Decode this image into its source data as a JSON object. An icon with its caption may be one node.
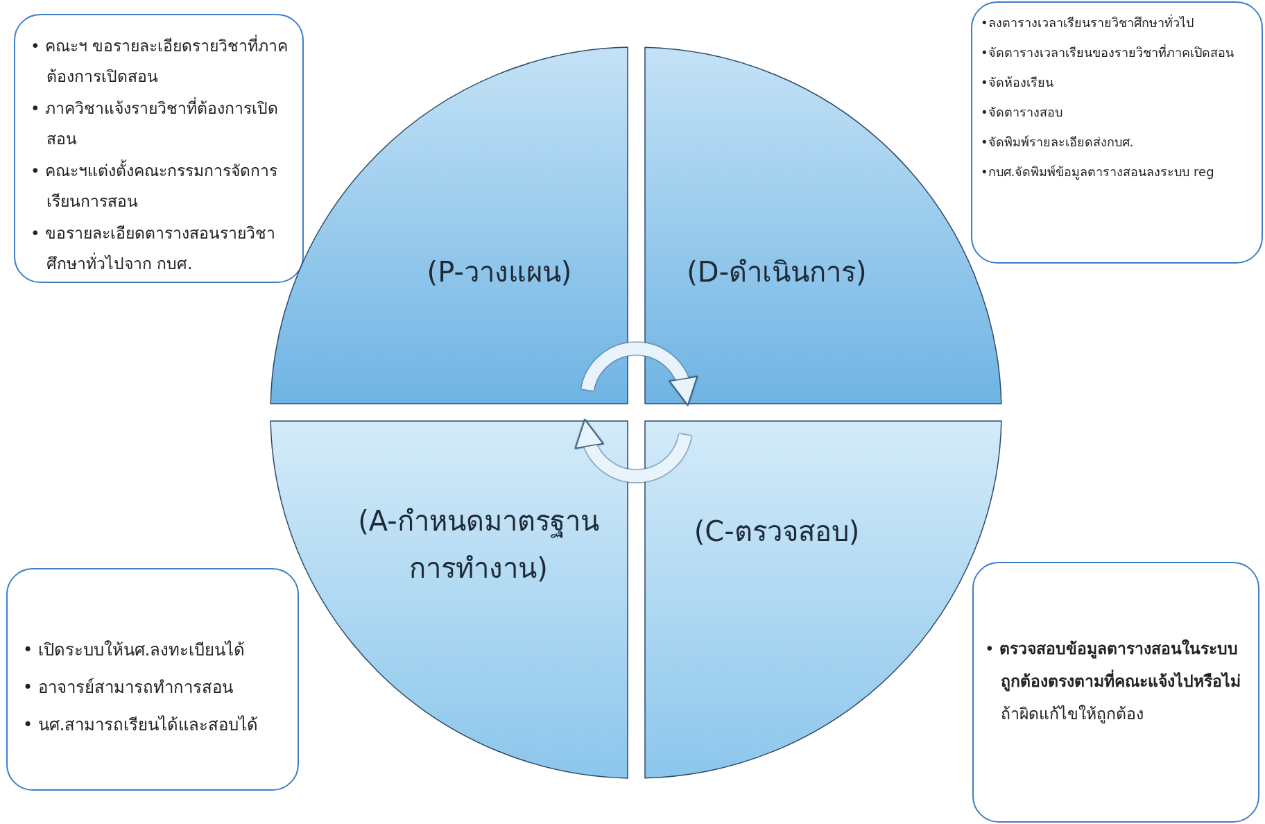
{
  "diagram": {
    "nodes": [
      {
        "text": [
          "• คณะฯ ขอรายละเอียดรายวิชาที่ภาคต้องการเปิดสอน",
          "• ภาควิชาแจ้งรายวิชาที่ต้องการเปิดสอน",
          "• คณะฯแต่งตั้งคณะกรรมการจัดการเรียนการสอน",
          "• ขอรายละเอียดตารางสอนรายวิชาศึกษาทั่วไปจาก กบศ."
        ]
      },
      {
        "text": [
          "•ลงตารางเวลาเรียนรายวิชาศึกษาทั่วไป",
          "•จัดตารางเวลาเรียนของรายวิชาที่ภาคเปิดสอน",
          "•จัดห้องเรียน",
          "•จัดตารางสอบ",
          "•จัดพิมพ์รายละเอียดส่งกบศ.",
          "•กบศ.จัดพิมพ์ข้อมูลตารางสอนลงระบบ reg"
        ]
      },
      {
        "text": [
          "(P-วางแผน)"
        ]
      },
      {
        "text": [
          "(D-ดำเนินการ)"
        ]
      },
      {
        "text": [
          "(A-กำหนดมาตรฐานการทำงาน)"
        ]
      },
      {
        "text": [
          "(C-ตรวจสอบ)"
        ]
      },
      {
        "text": [
          "• เปิดระบบให้นศ.ลงทะเบียนได้",
          "• อาจารย์สามารถทำการสอน",
          "• นศ.สามารถเรียนได้และสอบได้"
        ]
      },
      {
        "text": [
          "• **ตรวจสอบข้อมูลตารางสอนในระบบถูกต้องตรงตามที่คณะแจ้งไปหรือไม่** ถ้าผิดแก้ไขให้ถูกต้อง"
        ]
      }
    ],
    "edges": [
      {
        "from": 2,
        "to": 3,
        "arrow": "to"
      },
      {
        "from": 5,
        "to": 4,
        "arrow": "to"
      }
    ]
  }
}
